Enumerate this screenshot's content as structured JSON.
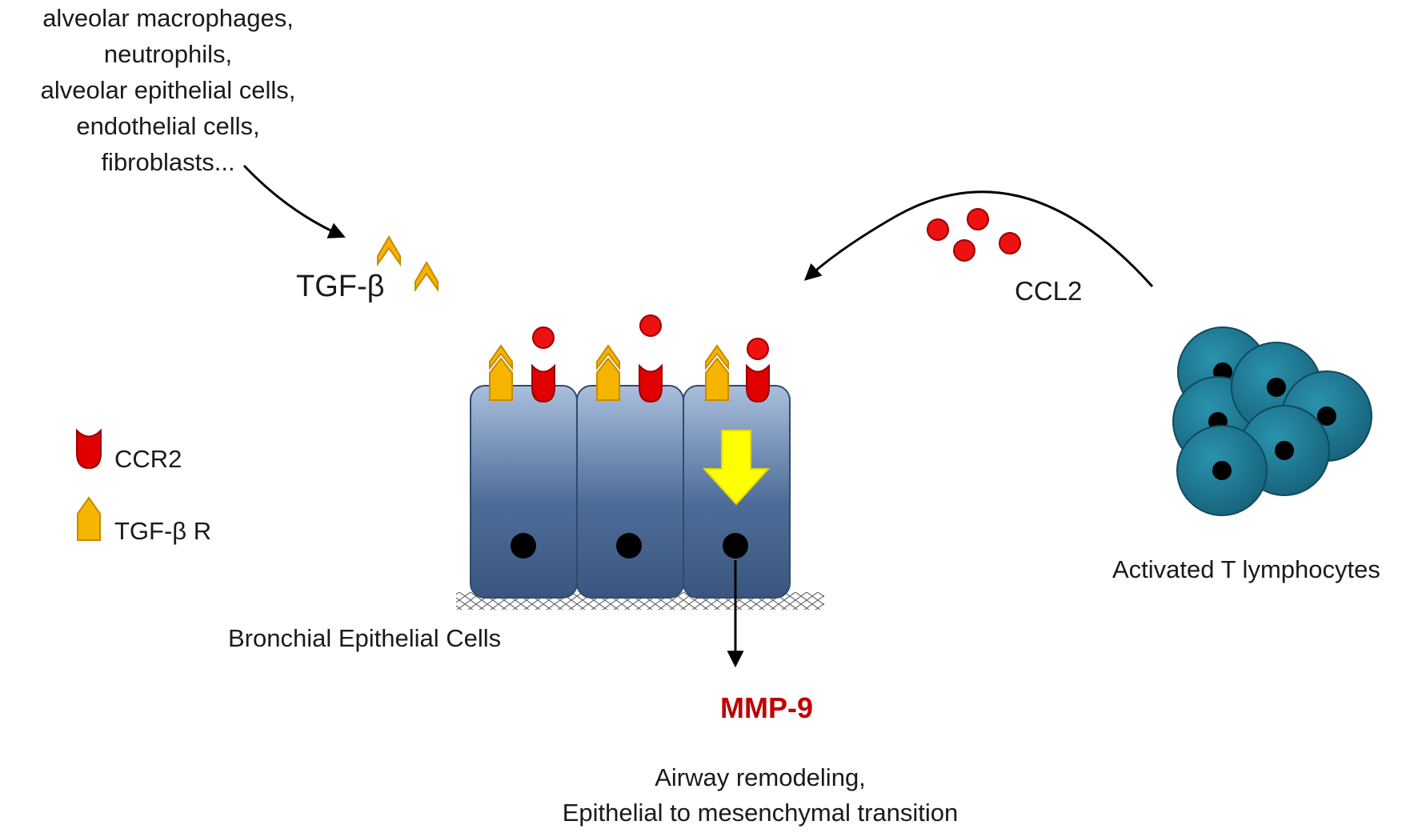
{
  "sources": {
    "lines": [
      "alveolar macrophages,",
      "neutrophils,",
      "alveolar epithelial cells,",
      "endothelial cells,",
      "fibroblasts..."
    ]
  },
  "labels": {
    "tgf_beta": "TGF-β",
    "ccl2": "CCL2",
    "t_cells": "Activated T lymphocytes",
    "bronchial": "Bronchial Epithelial Cells",
    "mmp9": "MMP-9"
  },
  "legend": {
    "ccr2": "CCR2",
    "tgf_beta_r": "TGF-β R"
  },
  "outcome": {
    "lines": [
      "Airway remodeling,",
      "Epithelial to mesenchymal transition"
    ]
  },
  "colors": {
    "ccr2_red": "#e00000",
    "ligand_red": "#ee1111",
    "tgf_receptor": "#f5b400",
    "tgf_ligand": "#f5b400",
    "cell_top": "#aabfdd",
    "cell_bottom": "#3e5c85",
    "signal_arrow": "#ffff00",
    "t_cell": "#1f7b93",
    "mmp9_text": "#c00000"
  }
}
